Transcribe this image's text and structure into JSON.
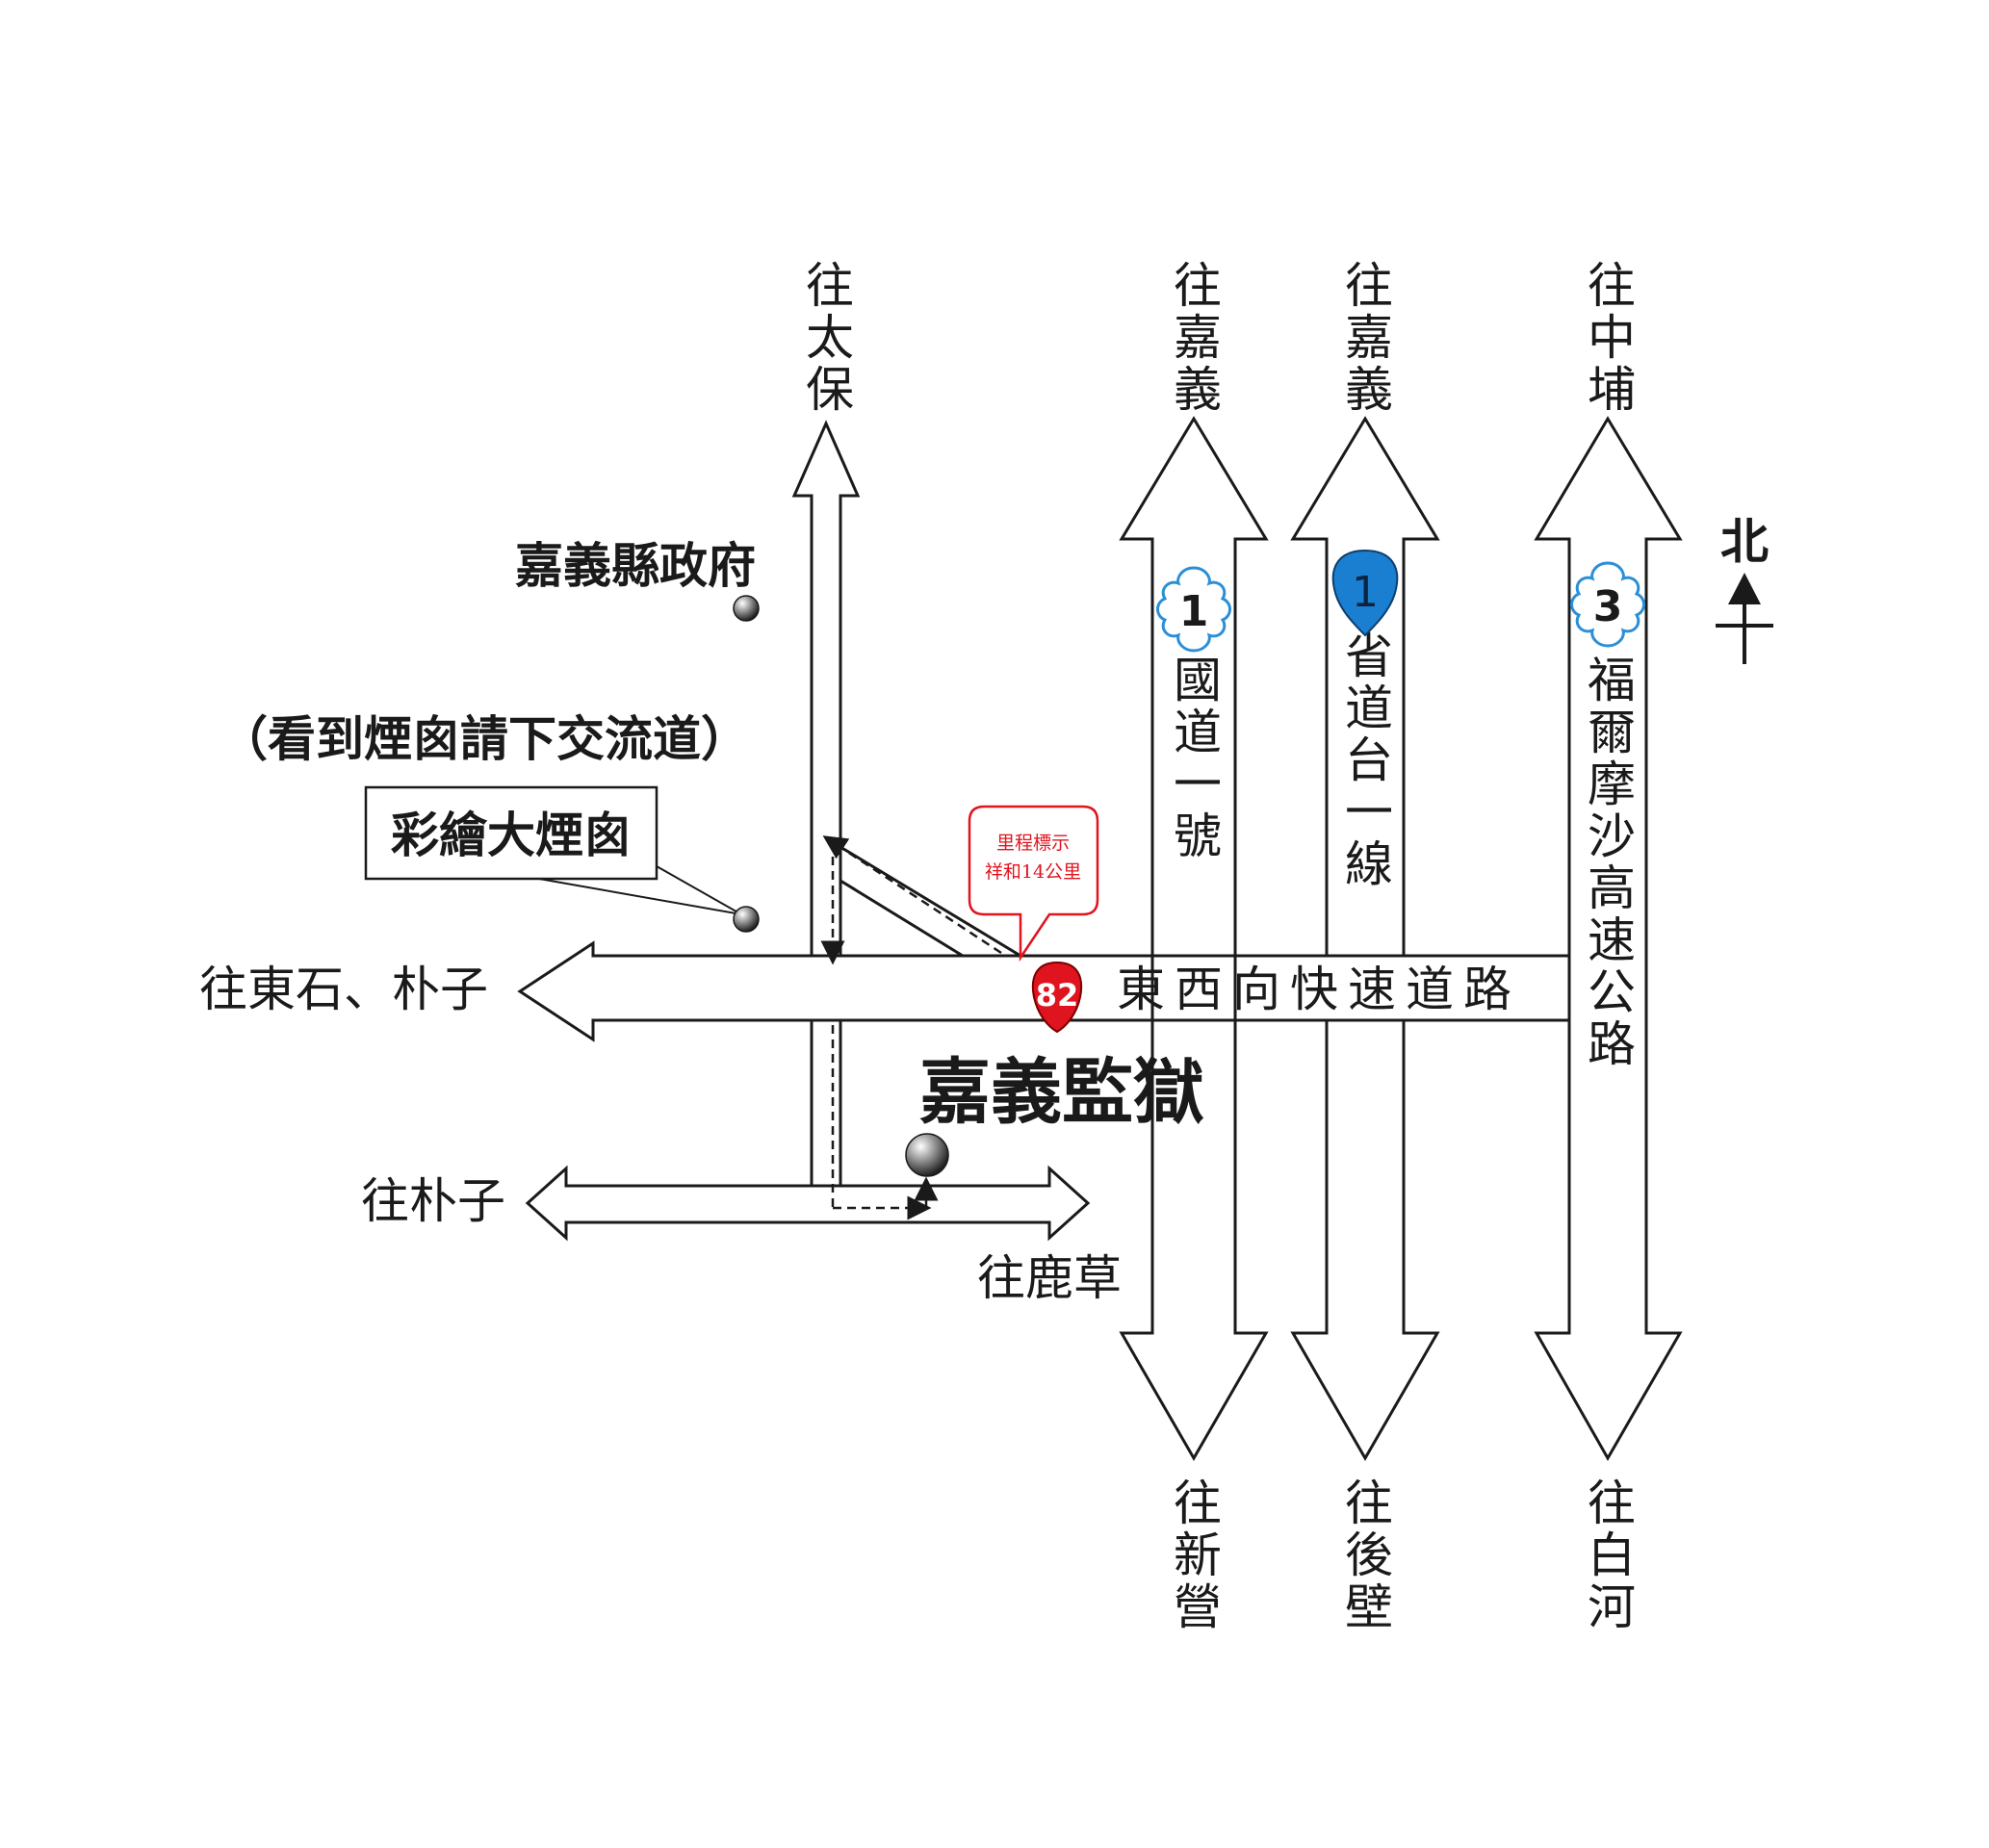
{
  "compass": {
    "label": "北"
  },
  "destinations": {
    "north_taibao": "往太保",
    "north_chiayi_1": "往嘉義",
    "north_chiayi_2": "往嘉義",
    "north_zhongpu": "往中埔",
    "west_dongshi_puzi": "往東石、朴子",
    "west_puzi": "往朴子",
    "east_lucao": "往鹿草",
    "south_xinying": "往新營",
    "south_houbi": "往後壁",
    "south_baihe": "往白河"
  },
  "roads": {
    "national_1": "國道一號",
    "provincial_1": "省道台一線",
    "formosa_freeway": "福爾摩沙高速公路",
    "east_west_expressway": "東西向快速道路"
  },
  "shields": {
    "national_1": "1",
    "provincial_1": "1",
    "freeway_3": "3",
    "expressway_82": "82"
  },
  "landmarks": {
    "county_government": "嘉義縣政府",
    "exit_hint": "（看到煙囪請下交流道）",
    "chimney": "彩繪大煙囪",
    "prison": "嘉義監獄"
  },
  "callout": {
    "line1": "里程標示",
    "line2": "祥和14公里"
  },
  "colors": {
    "road_outline": "#1a1a1a",
    "national_shield": "#2b8fd6",
    "provincial_shield": "#1a7fd0",
    "expressway_shield": "#e0141e",
    "callout_border": "#e0141e",
    "callout_text": "#e0141e"
  }
}
